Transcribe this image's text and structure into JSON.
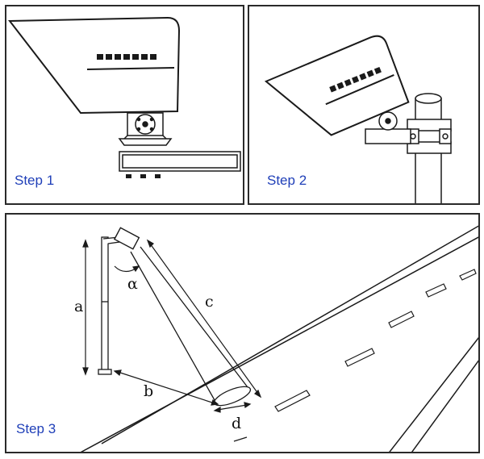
{
  "steps": [
    {
      "label": "Step 1"
    },
    {
      "label": "Step 2"
    },
    {
      "label": "Step 3"
    }
  ],
  "diagram": {
    "dimension_labels": {
      "a": "a",
      "b": "b",
      "c": "c",
      "d": "d",
      "angle": "α"
    }
  },
  "colors": {
    "step_label": "#1f3fb8",
    "line": "#1a1a1a"
  }
}
